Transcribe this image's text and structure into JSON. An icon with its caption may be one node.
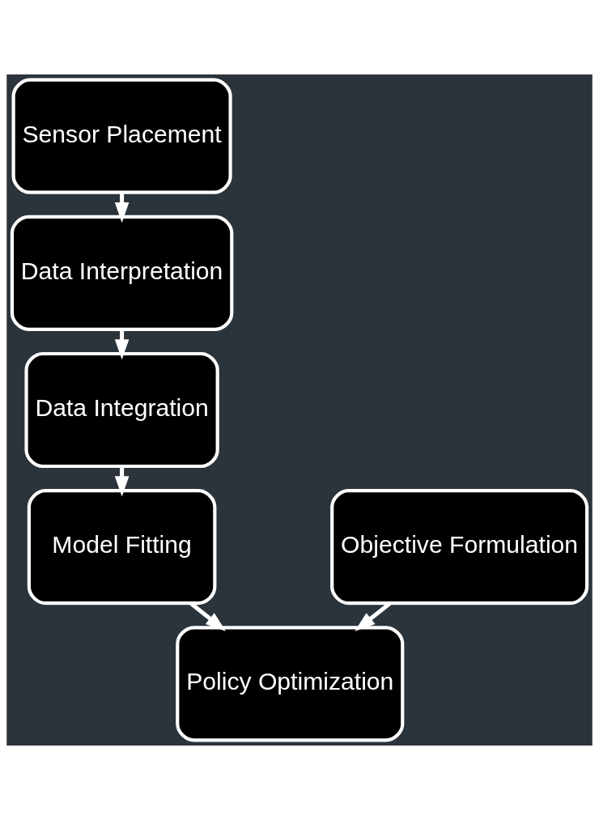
{
  "diagram": {
    "nodes": [
      {
        "text": [
          "Sensor Placement"
        ]
      },
      {
        "text": [
          "Data Interpretation"
        ]
      },
      {
        "text": [
          "Data Integration"
        ]
      },
      {
        "text": [
          "Model Fitting"
        ]
      },
      {
        "text": [
          "Policy Optimization"
        ]
      },
      {
        "text": [
          "Objective Formulation"
        ]
      }
    ],
    "edges": [
      {
        "from": 0,
        "to": 1,
        "arrow": "to"
      },
      {
        "from": 1,
        "to": 2,
        "arrow": "to"
      },
      {
        "from": 2,
        "to": 3,
        "arrow": "to"
      },
      {
        "from": 3,
        "to": 4,
        "arrow": "to"
      },
      {
        "from": 5,
        "to": 4,
        "arrow": "to"
      }
    ]
  }
}
